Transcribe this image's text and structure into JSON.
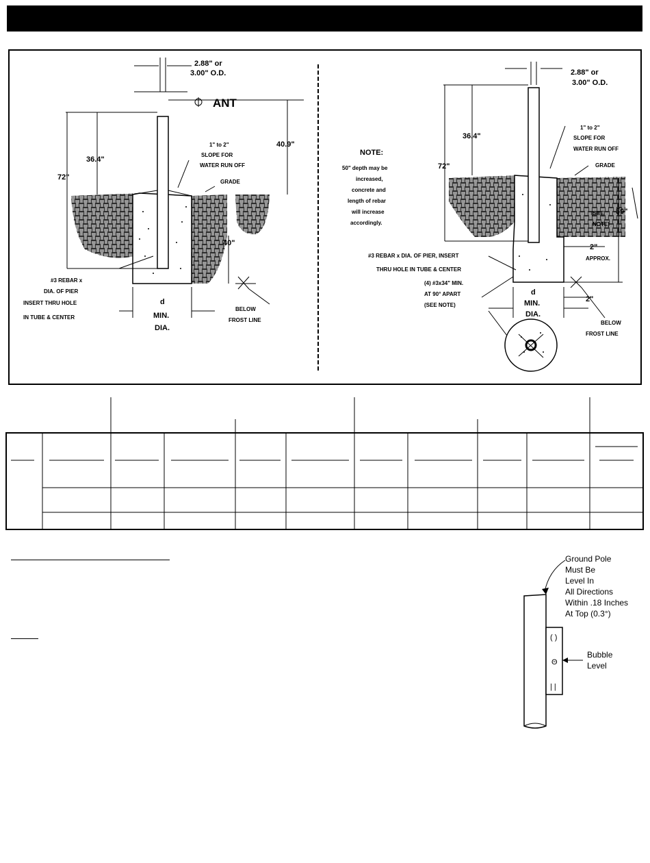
{
  "figure_left": {
    "od_label_1": "2.88\" or",
    "od_label_2": "3.00\" O.D.",
    "ant_label": "ANT",
    "dim_72": "72\"",
    "dim_364": "36.4\"",
    "dim_409": "40.9\"",
    "dim_40": "40\"",
    "slope_1": "1\" to 2\"",
    "slope_2": "SLOPE FOR",
    "slope_3": "WATER RUN OFF",
    "grade": "GRADE",
    "rebar_1": "#3 REBAR x",
    "rebar_2": "DIA. OF PIER",
    "rebar_3": "INSERT THRU HOLE",
    "rebar_4": "IN TUBE & CENTER",
    "d_label": "d",
    "min_label": "MIN.",
    "dia_label": "DIA.",
    "below_1": "BELOW",
    "below_2": "FROST LINE"
  },
  "figure_right": {
    "od_label_1": "2.88\" or",
    "od_label_2": "3.00\" O.D.",
    "dim_364": "36.4\"",
    "dim_72": "72\"",
    "dim_50": "50\"",
    "dim_2a": "2\"",
    "approx": "APPROX.",
    "dim_2b": "2\"",
    "slope_1": "1\" to 2\"",
    "slope_2": "SLOPE FOR",
    "slope_3": "WATER RUN OFF",
    "grade": "GRADE",
    "see_1": "(SEE",
    "see_2": "NOTE)",
    "note_title": "NOTE:",
    "note_1": "50\" depth may be",
    "note_2": "increased,",
    "note_3": "concrete and",
    "note_4": "length of rebar",
    "note_5": "will increase",
    "note_6": "accordingly.",
    "rebar_1": "#3 REBAR x DIA. OF PIER, INSERT",
    "rebar_2": "THRU HOLE IN TUBE & CENTER",
    "rebar4_1": "(4) #3x34\" MIN.",
    "rebar4_2": "AT 90° APART",
    "rebar4_3": "(SEE NOTE)",
    "d_label": "d",
    "min_label": "MIN.",
    "dia_label": "DIA.",
    "below_1": "BELOW",
    "below_2": "FROST LINE"
  },
  "level_figure": {
    "callout_1": "Ground Pole",
    "callout_2": "Must Be",
    "callout_3": "Level In",
    "callout_4": "All Directions",
    "callout_5": "Within .18 Inches",
    "callout_6": "At Top (0.3°)",
    "bubble_1": "Bubble",
    "bubble_2": "Level"
  },
  "colors": {
    "ink": "#000000",
    "paper": "#ffffff",
    "soil": "#3a3a3a"
  }
}
